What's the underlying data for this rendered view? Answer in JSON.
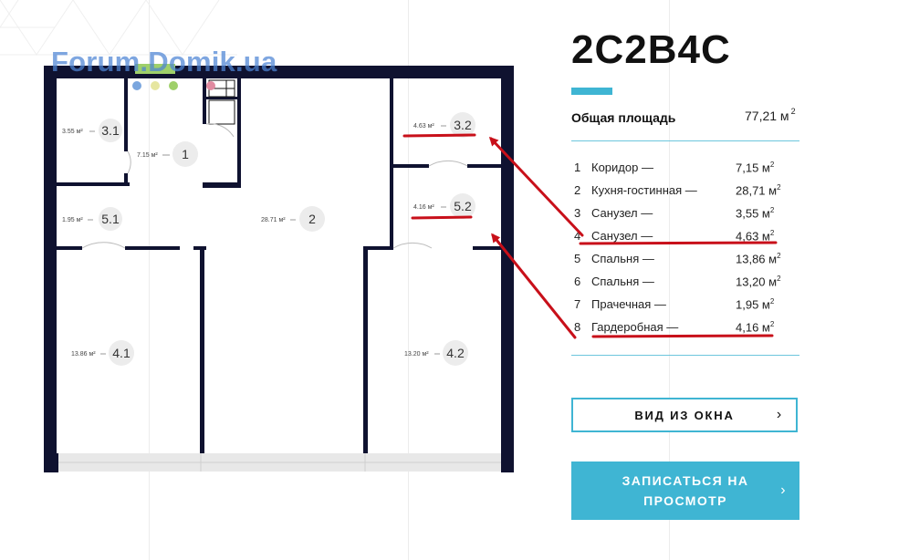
{
  "watermark": "Forum.Domik.ua",
  "plan": {
    "rooms": [
      {
        "id": "r31",
        "area": "3.55 м²",
        "num": "3.1"
      },
      {
        "id": "r1",
        "area": "7.15 м²",
        "num": "1"
      },
      {
        "id": "r51",
        "area": "1.95 м²",
        "num": "5.1"
      },
      {
        "id": "r2",
        "area": "28.71 м²",
        "num": "2"
      },
      {
        "id": "r32",
        "area": "4.63 м²",
        "num": "3.2"
      },
      {
        "id": "r52",
        "area": "4.16 м²",
        "num": "5.2"
      },
      {
        "id": "r41",
        "area": "13.86 м²",
        "num": "4.1"
      },
      {
        "id": "r42",
        "area": "13.20 м²",
        "num": "4.2"
      }
    ]
  },
  "info": {
    "title": "2C2B4C",
    "total_label": "Общая площадь",
    "total_value": "77,21 м",
    "total_unit": "2",
    "rooms": [
      {
        "n": "1",
        "name": "Коридор —",
        "area": "7,15 м",
        "unit": "2"
      },
      {
        "n": "2",
        "name": "Кухня-гостинная —",
        "area": "28,71 м",
        "unit": "2"
      },
      {
        "n": "3",
        "name": "Санузел —",
        "area": "3,55 м",
        "unit": "2"
      },
      {
        "n": "4",
        "name": "Санузел —",
        "area": "4,63 м",
        "unit": "2"
      },
      {
        "n": "5",
        "name": "Спальня —",
        "area": "13,86 м",
        "unit": "2"
      },
      {
        "n": "6",
        "name": "Спальня —",
        "area": "13,20 м",
        "unit": "2"
      },
      {
        "n": "7",
        "name": "Прачечная —",
        "area": "1,95 м",
        "unit": "2"
      },
      {
        "n": "8",
        "name": "Гардеробная —",
        "area": "4,16 м",
        "unit": "2"
      }
    ]
  },
  "buttons": {
    "window_view": "ВИД ИЗ ОКНА",
    "book_viewing": "ЗАПИСАТЬСЯ НА ПРОСМОТР"
  },
  "colors": {
    "accent": "#3fb5d3",
    "wall": "#0f1230",
    "annotation": "#c8101a"
  }
}
